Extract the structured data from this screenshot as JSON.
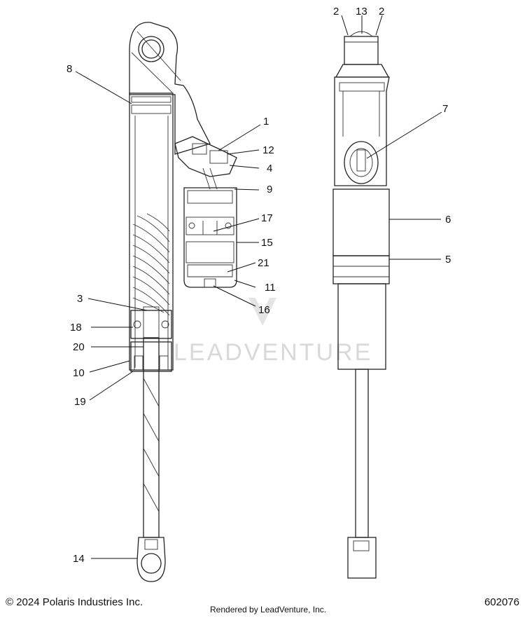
{
  "callouts": [
    {
      "id": "c2a",
      "text": "2"
    },
    {
      "id": "c13",
      "text": "13"
    },
    {
      "id": "c2b",
      "text": "2"
    },
    {
      "id": "c8",
      "text": "8"
    },
    {
      "id": "c1",
      "text": "1"
    },
    {
      "id": "c7",
      "text": "7"
    },
    {
      "id": "c12",
      "text": "12"
    },
    {
      "id": "c4",
      "text": "4"
    },
    {
      "id": "c9",
      "text": "9"
    },
    {
      "id": "c6",
      "text": "6"
    },
    {
      "id": "c17",
      "text": "17"
    },
    {
      "id": "c15",
      "text": "15"
    },
    {
      "id": "c5",
      "text": "5"
    },
    {
      "id": "c21",
      "text": "21"
    },
    {
      "id": "c11",
      "text": "11"
    },
    {
      "id": "c3",
      "text": "3"
    },
    {
      "id": "c16",
      "text": "16"
    },
    {
      "id": "c18",
      "text": "18"
    },
    {
      "id": "c20",
      "text": "20"
    },
    {
      "id": "c10",
      "text": "10"
    },
    {
      "id": "c19",
      "text": "19"
    },
    {
      "id": "c14",
      "text": "14"
    }
  ],
  "watermark": "LEADVENTURE",
  "footer": {
    "copyright": "© 2024 Polaris Industries Inc.",
    "rendered_by": "Rendered by LeadVenture, Inc.",
    "part_number": "602076"
  }
}
